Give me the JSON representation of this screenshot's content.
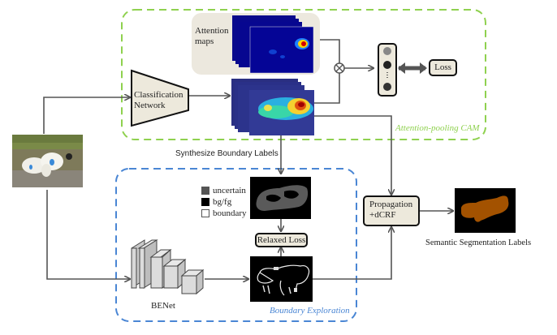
{
  "diagram": {
    "regions": {
      "attention_pooling": {
        "title": "Attention-pooling CAM",
        "color": "#8fd14f"
      },
      "boundary_exploration": {
        "title": "Boundary Exploration",
        "color": "#4a86d4"
      }
    },
    "nodes": {
      "input_image": {
        "label": "",
        "description": "sheep photo"
      },
      "classification_network": {
        "label_line1": "Classification",
        "label_line2": "Network"
      },
      "attention_maps": {
        "label_line1": "Attention",
        "label_line2": "maps"
      },
      "cam_maps": {
        "label": ""
      },
      "multiply_op": {
        "symbol": "⊗"
      },
      "pooled_vector": {
        "dots": "⋮"
      },
      "loss": {
        "label": "Loss"
      },
      "synthesize_label": {
        "label": "Synthesize Boundary Labels"
      },
      "boundary_label_map": {
        "label": ""
      },
      "legend": [
        {
          "label": "uncertain",
          "color": "#555555"
        },
        {
          "label": "bg/fg",
          "color": "#000000"
        },
        {
          "label": "boundary",
          "color": "#ffffff"
        }
      ],
      "relaxed_loss": {
        "label": "Relaxed Loss"
      },
      "benet": {
        "label": "BENet"
      },
      "boundary_map": {
        "label": ""
      },
      "propagation": {
        "label_line1": "Propagation",
        "label_line2": "+dCRF"
      },
      "segmentation_output": {
        "label": "Semantic  Segmentation  Labels",
        "color": "#a35200"
      }
    }
  }
}
